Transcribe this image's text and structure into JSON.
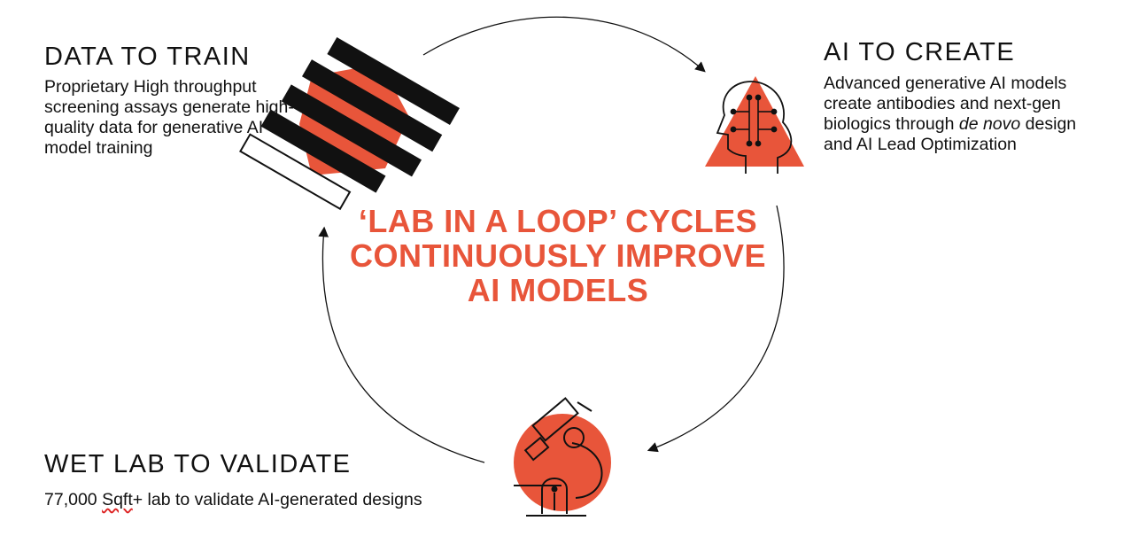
{
  "colors": {
    "accent": "#e8553a",
    "ink": "#111111",
    "background": "#ffffff"
  },
  "center": {
    "lines": [
      "‘LAB IN A LOOP’ CYCLES",
      "CONTINUOUSLY IMPROVE",
      "AI MODELS"
    ]
  },
  "data_to_train": {
    "heading": "DATA TO TRAIN",
    "body": "Proprietary High throughput screening assays generate high-quality data for generative AI model training",
    "icon": "hexagon-stripes-icon"
  },
  "ai_to_create": {
    "heading": "AI TO CREATE",
    "body_before": "Advanced generative AI models create antibodies and next-gen biologics through ",
    "body_italic": "de novo",
    "body_after": " design and AI Lead Optimization",
    "icon": "brain-head-icon"
  },
  "wet_lab": {
    "heading": "WET LAB TO VALIDATE",
    "body_number": "77,000 ",
    "body_unit": "Sqft",
    "body_rest": "+ lab to validate AI-generated designs",
    "icon": "microscope-icon"
  },
  "cycle": {
    "icon": "cycle-arrows-icon"
  }
}
